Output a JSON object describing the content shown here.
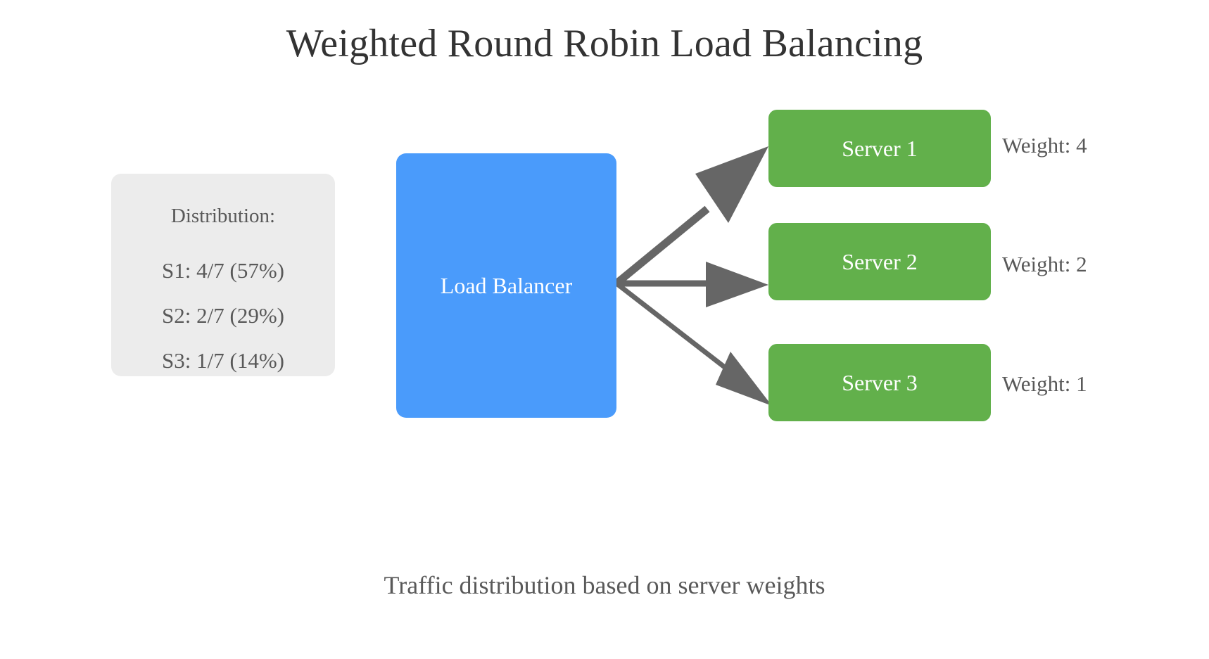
{
  "title": "Weighted Round Robin Load Balancing",
  "caption": "Traffic distribution based on server weights",
  "colors": {
    "background": "#ffffff",
    "title_text": "#333333",
    "body_text": "#595959",
    "load_balancer": "#4a9bfb",
    "server": "#62b04b",
    "panel": "#ececec",
    "arrow": "#666666",
    "node_text": "#ffffff"
  },
  "distribution_panel": {
    "heading": "Distribution:",
    "lines": [
      "S1: 4/7 (57%)",
      "S2: 2/7 (29%)",
      "S3: 1/7 (14%)"
    ]
  },
  "load_balancer": {
    "label": "Load Balancer"
  },
  "servers": [
    {
      "label": "Server 1",
      "weight_label": "Weight: 4"
    },
    {
      "label": "Server 2",
      "weight_label": "Weight: 2"
    },
    {
      "label": "Server 3",
      "weight_label": "Weight: 1"
    }
  ],
  "chart_data": {
    "type": "diagram",
    "title": "Weighted Round Robin Load Balancing",
    "subtitle": "Traffic distribution based on server weights",
    "categories": [
      "Server 1",
      "Server 2",
      "Server 3"
    ],
    "weights": [
      4,
      2,
      1
    ],
    "fractions": [
      "4/7",
      "2/7",
      "1/7"
    ],
    "percentages": [
      57,
      29,
      14
    ],
    "source_node": "Load Balancer",
    "edges": [
      {
        "from": "Load Balancer",
        "to": "Server 1",
        "weight": 4,
        "thickness_rank": 1
      },
      {
        "from": "Load Balancer",
        "to": "Server 2",
        "weight": 2,
        "thickness_rank": 2
      },
      {
        "from": "Load Balancer",
        "to": "Server 3",
        "weight": 1,
        "thickness_rank": 3
      }
    ]
  }
}
